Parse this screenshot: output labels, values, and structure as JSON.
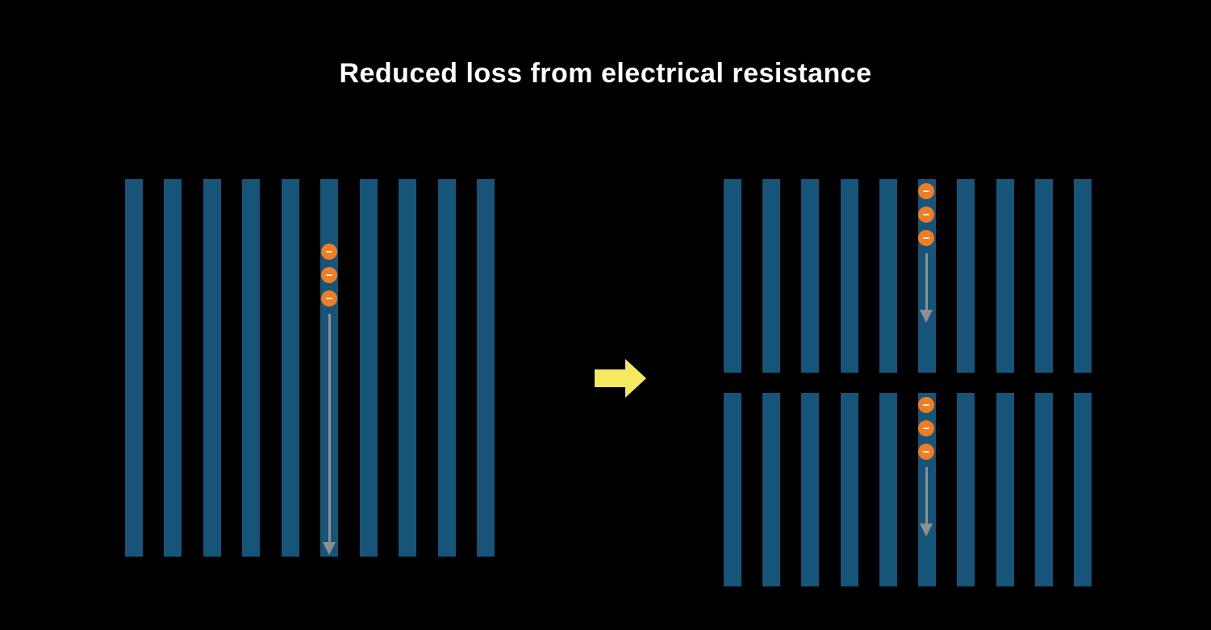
{
  "title": "Reduced loss from electrical resistance",
  "electron_symbol": "−",
  "colors": {
    "background": "#000000",
    "title": "#ffffff",
    "cell_bar": "#17547a",
    "electron": "#ee7d23",
    "electron_symbol": "#ffffff",
    "current_arrow": "#8f8f8f",
    "transition_arrow": "#f6e962"
  },
  "panels": {
    "full_cell": {
      "bar_count": 10,
      "electron_count": 3
    },
    "half_cell_top": {
      "bar_count": 10,
      "electron_count": 3
    },
    "half_cell_bottom": {
      "bar_count": 10,
      "electron_count": 3
    }
  }
}
